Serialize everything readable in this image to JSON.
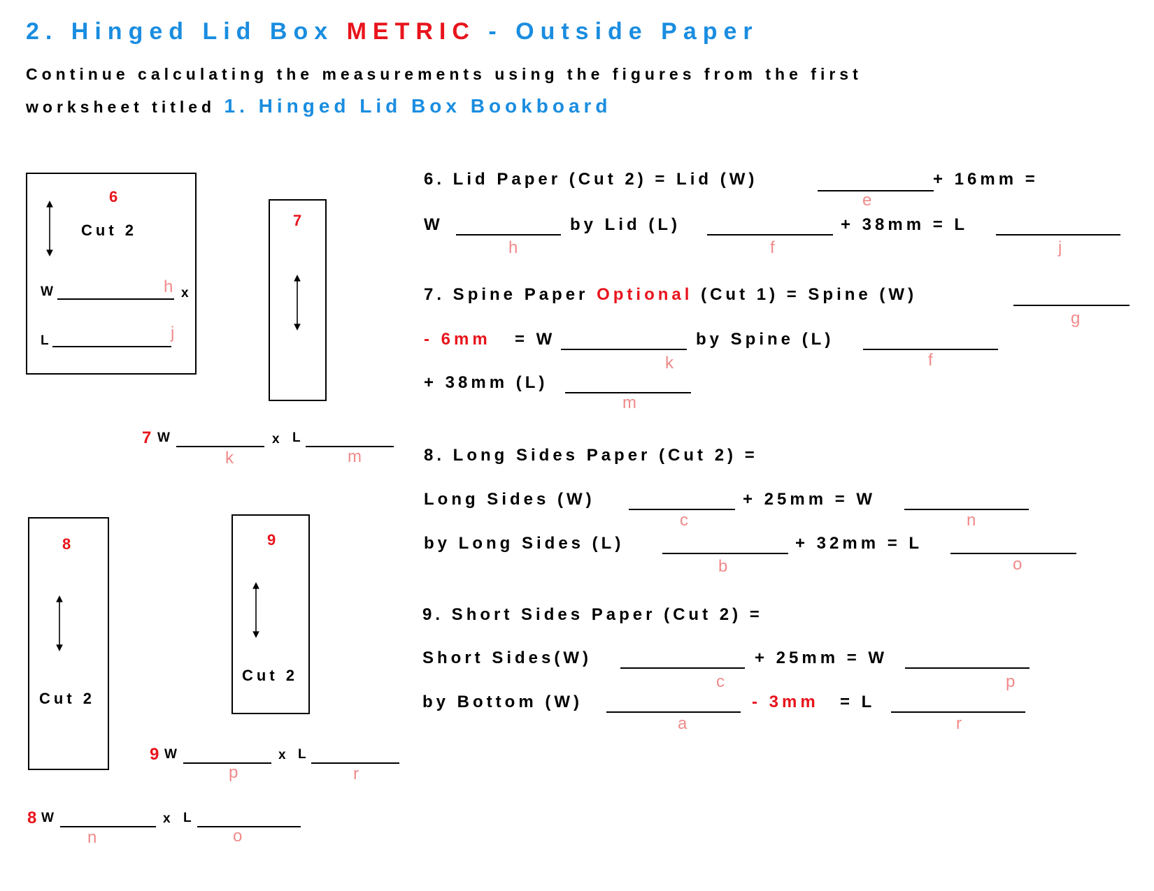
{
  "header": {
    "title_part1": "2. Hinged Lid Box",
    "title_metric": "METRIC",
    "title_part2": "- Outside Paper",
    "intro_line1": "Continue calculating the measurements using the figures from the first",
    "intro_line2_prefix": "worksheet titled",
    "intro_link": "1. Hinged Lid Box Bookboard"
  },
  "diagrams": {
    "d6": {
      "number": "6",
      "cut": "Cut 2",
      "w_label": "W",
      "x_label": "x",
      "l_label": "L",
      "w_letter": "h",
      "l_letter": "j"
    },
    "d7": {
      "number": "7",
      "w_label": "W",
      "x_label": "x",
      "l_label": "L",
      "w_letter": "k",
      "l_letter": "m"
    },
    "d8": {
      "number": "8",
      "cut": "Cut 2",
      "w_label": "W",
      "x_label": "x",
      "l_label": "L",
      "w_letter": "n",
      "l_letter": "o"
    },
    "d9": {
      "number": "9",
      "cut": "Cut 2",
      "w_label": "W",
      "x_label": "x",
      "l_label": "L",
      "w_letter": "p",
      "l_letter": "r"
    }
  },
  "q6": {
    "line1": "6. Lid Paper (Cut 2) = Lid (W)",
    "plus": "+ 16mm =",
    "e": "e",
    "w": "W",
    "by_lid": "by Lid (L)",
    "plus38": "+ 38mm = L",
    "h": "h",
    "f": "f",
    "j": "j"
  },
  "q7": {
    "prefix": "7. Spine Paper",
    "optional": "Optional",
    "line1_rest": "(Cut 1) = Spine (W)",
    "g": "g",
    "minus": "- 6mm",
    "eq_w": "= W",
    "by_spine": "by Spine (L)",
    "k": "k",
    "f": "f",
    "plus38": "+ 38mm (L)",
    "m": "m"
  },
  "q8": {
    "title": "8. Long Sides Paper (Cut 2) =",
    "long_w": "Long Sides (W)",
    "plus25": "+ 25mm = W",
    "c": "c",
    "n": "n",
    "by_long": "by Long Sides (L)",
    "plus32": "+ 32mm = L",
    "b": "b",
    "o": "o"
  },
  "q9": {
    "title": "9. Short Sides Paper (Cut 2) =",
    "short_w": "Short Sides(W)",
    "plus25": "+ 25mm = W",
    "c": "c",
    "p": "p",
    "by_bottom": "by Bottom (W)",
    "minus3": "- 3mm",
    "eq_l": "= L",
    "a": "a",
    "r": "r"
  }
}
